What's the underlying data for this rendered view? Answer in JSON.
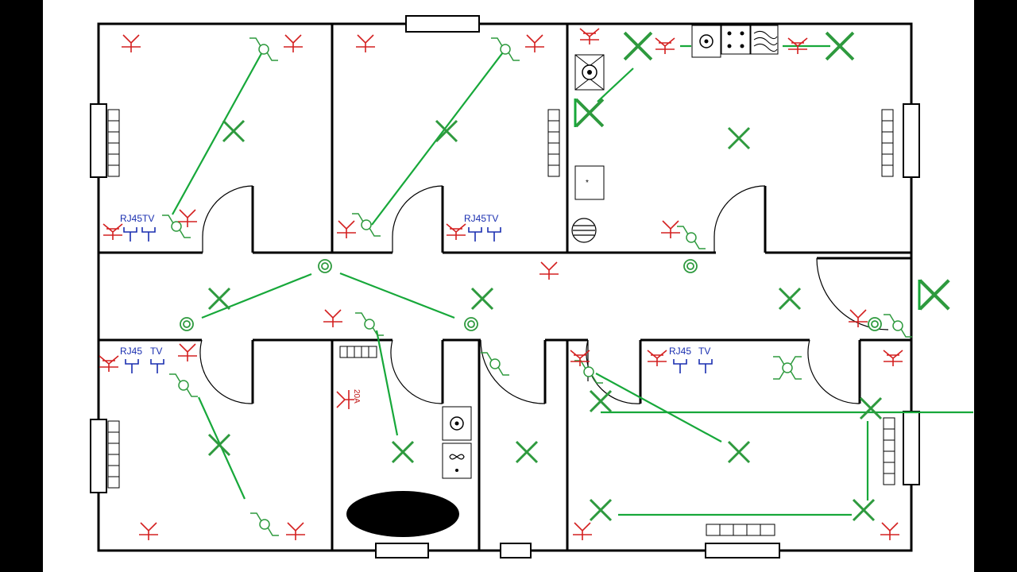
{
  "labels": {
    "rj45": "RJ45",
    "tv": "TV",
    "rj45tv": "RJ45TV",
    "circuit_20a": "20A"
  },
  "colors": {
    "wall": "#000000",
    "lighting": "#2e9a3e",
    "wiring": "#17a83a",
    "power_outlet": "#d42020",
    "data_outlet": "#1a2fb0",
    "background": "#ffffff",
    "frame": "#000000"
  }
}
